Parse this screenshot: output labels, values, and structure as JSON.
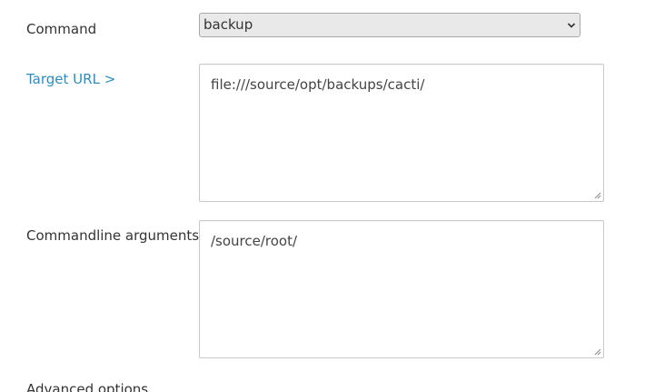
{
  "form": {
    "command": {
      "label": "Command",
      "selected": "backup"
    },
    "target_url": {
      "label": "Target URL >",
      "value": "file:///source/opt/backups/cacti/"
    },
    "arguments": {
      "label": "Commandline arguments",
      "value": "/source/root/"
    },
    "advanced": {
      "label": "Advanced options"
    }
  },
  "icons": {
    "select_arrow": "chevron-down-icon",
    "resize_grip": "resize-grip-icon"
  },
  "colors": {
    "link": "#2b8ec4",
    "text": "#333333",
    "select_bg": "#e9e9e9"
  }
}
